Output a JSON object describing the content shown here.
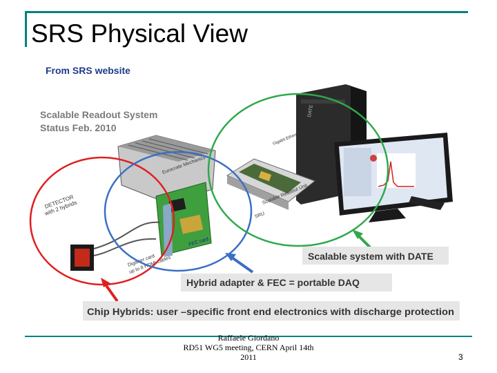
{
  "slide": {
    "title": "SRS Physical View",
    "footer": {
      "line1": "Raffaele Giordano",
      "line2": "RD51 WG5 meeting, CERN April 14th",
      "line3": "2011"
    },
    "page_number": "3"
  },
  "figure": {
    "source_label": "From SRS website",
    "system_title_line1": "Scalable Readout System",
    "system_title_line2": "Status Feb. 2010",
    "detector_label_line1": "DETECTOR",
    "detector_label_line2": "with 2 hybrids",
    "digitizer_label_line1": "Digitizer card",
    "digitizer_label_line2": "up to 8 HDMI cables",
    "fec_label": "FEC card",
    "sru_label_line1": "Scalable Readout Unit",
    "sru_label_line2": "SRU",
    "eurocrate_label": "Eurocrate Mechanics",
    "gbe_label": "Gigabit Ethernet",
    "date_label": "DATE",
    "callout_daq_system": "Scalable  system with DATE",
    "callout_portable": "Hybrid adapter  & FEC = portable  DAQ",
    "callout_hybrids": "Chip Hybrids:  user –specific front end electronics with discharge protection",
    "colors": {
      "red_circle": "#e02020",
      "blue_circle": "#3a6fc4",
      "green_circle": "#2fa84a",
      "callout_bg": "#e6e6e6"
    }
  }
}
